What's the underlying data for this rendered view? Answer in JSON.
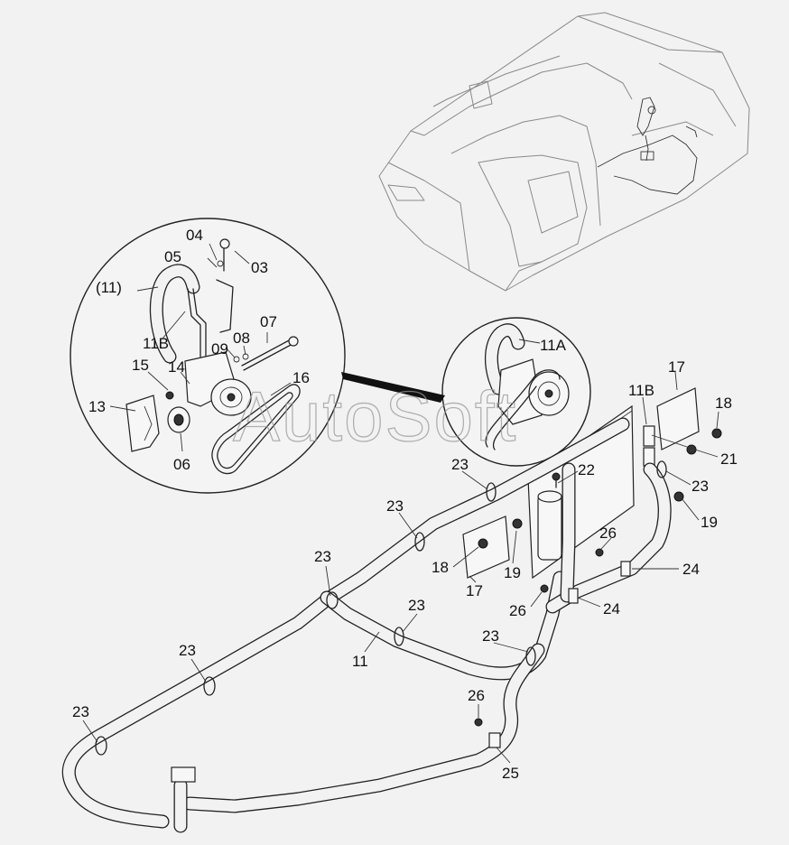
{
  "watermark": "AutoSoft",
  "callouts": {
    "detail_a": {
      "p04": "04",
      "p05": "05",
      "p03": "03",
      "p11": "(11)",
      "p11b": "11B",
      "p07": "07",
      "p08": "08",
      "p09": "09",
      "p15": "15",
      "p14": "14",
      "p16": "16",
      "p13": "13",
      "p06": "06"
    },
    "detail_b": {
      "p11a": "11A"
    },
    "main": {
      "p17_right": "17",
      "p11b": "11B",
      "p18_right": "18",
      "p21": "21",
      "p23_right": "23",
      "p19_right": "19",
      "p22": "22",
      "p23_top": "23",
      "p23_mid": "23",
      "p19_left": "19",
      "p18_left": "18",
      "p17_left": "17",
      "p26_upper": "26",
      "p24_upper": "24",
      "p26_lower": "26",
      "p24_lower": "24",
      "p23_a": "23",
      "p23_b": "23",
      "p11": "11",
      "p23_c": "23",
      "p23_d": "23",
      "p23_e": "23",
      "p26_bottom": "26",
      "p25": "25"
    }
  }
}
